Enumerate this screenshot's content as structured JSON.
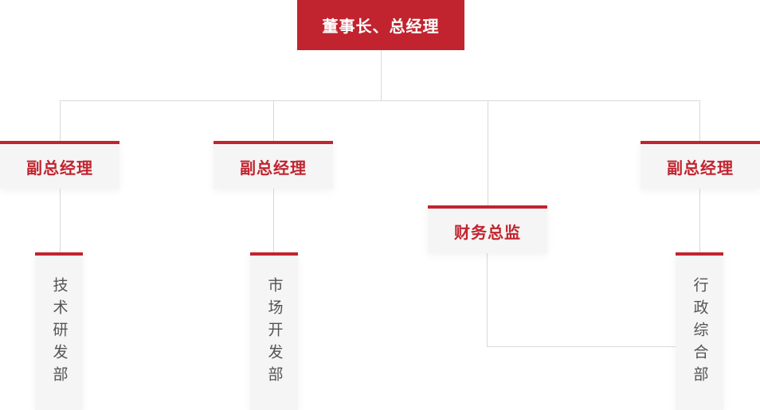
{
  "colors": {
    "accent_red": "#C1242F",
    "box_bg": "#F5F5F5",
    "connector": "#D9D9D9",
    "dept_text": "#545454",
    "root_text": "#FFFFFF",
    "canvas_bg": "#FFFFFF"
  },
  "org_chart": {
    "type": "organization-chart",
    "root": {
      "label": "董事长、总经理"
    },
    "level2": [
      {
        "label": "副总经理"
      },
      {
        "label": "副总经理"
      },
      {
        "label": "财务总监"
      },
      {
        "label": "副总经理"
      }
    ],
    "level3": [
      {
        "label": "技术研发部"
      },
      {
        "label": "市场开发部"
      },
      {
        "label": "行政综合部"
      }
    ]
  }
}
